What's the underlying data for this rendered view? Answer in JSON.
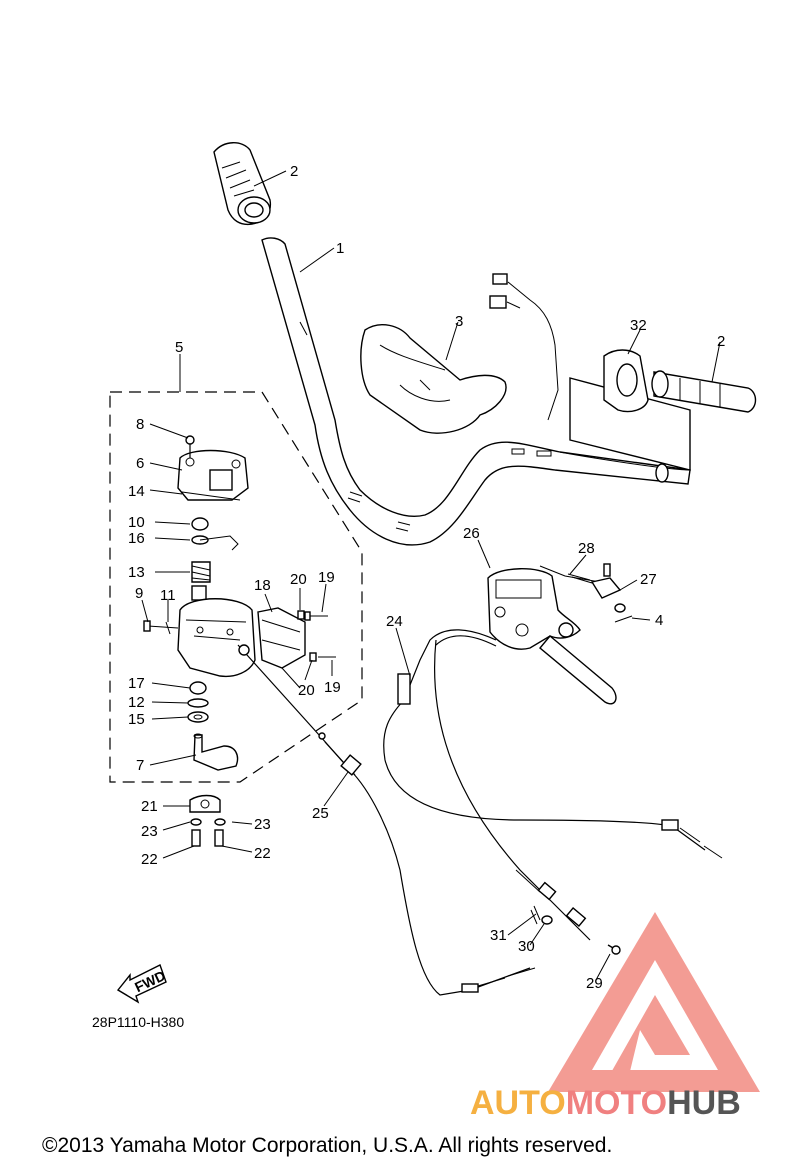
{
  "diagram": {
    "callouts": [
      {
        "id": "c2a",
        "text": "2"
      },
      {
        "id": "c1",
        "text": "1"
      },
      {
        "id": "c3",
        "text": "3"
      },
      {
        "id": "c5",
        "text": "5"
      },
      {
        "id": "c32",
        "text": "32"
      },
      {
        "id": "c2b",
        "text": "2"
      },
      {
        "id": "c8",
        "text": "8"
      },
      {
        "id": "c6",
        "text": "6"
      },
      {
        "id": "c14",
        "text": "14"
      },
      {
        "id": "c10",
        "text": "10"
      },
      {
        "id": "c16",
        "text": "16"
      },
      {
        "id": "c13",
        "text": "13"
      },
      {
        "id": "c9",
        "text": "9"
      },
      {
        "id": "c11",
        "text": "11"
      },
      {
        "id": "c18",
        "text": "18"
      },
      {
        "id": "c20a",
        "text": "20"
      },
      {
        "id": "c19a",
        "text": "19"
      },
      {
        "id": "c20b",
        "text": "20"
      },
      {
        "id": "c19b",
        "text": "19"
      },
      {
        "id": "c17",
        "text": "17"
      },
      {
        "id": "c12",
        "text": "12"
      },
      {
        "id": "c15",
        "text": "15"
      },
      {
        "id": "c7",
        "text": "7"
      },
      {
        "id": "c26",
        "text": "26"
      },
      {
        "id": "c28",
        "text": "28"
      },
      {
        "id": "c27",
        "text": "27"
      },
      {
        "id": "c4",
        "text": "4"
      },
      {
        "id": "c24",
        "text": "24"
      },
      {
        "id": "c25",
        "text": "25"
      },
      {
        "id": "c21",
        "text": "21"
      },
      {
        "id": "c23a",
        "text": "23"
      },
      {
        "id": "c23b",
        "text": "23"
      },
      {
        "id": "c22a",
        "text": "22"
      },
      {
        "id": "c22b",
        "text": "22"
      },
      {
        "id": "c31",
        "text": "31"
      },
      {
        "id": "c30",
        "text": "30"
      },
      {
        "id": "c29",
        "text": "29"
      }
    ],
    "fwd_label": "FWD",
    "diagram_code": "28P1110-H380",
    "copyright": "©2013 Yamaha Motor Corporation, U.S.A. All rights reserved.",
    "watermark": {
      "part1": "AUTO",
      "part2": "MOTO",
      "part3": "HUB",
      "color1": "#f5b041",
      "color2": "#f08080",
      "color3": "#555555",
      "logo_color": "#f28b82"
    }
  }
}
